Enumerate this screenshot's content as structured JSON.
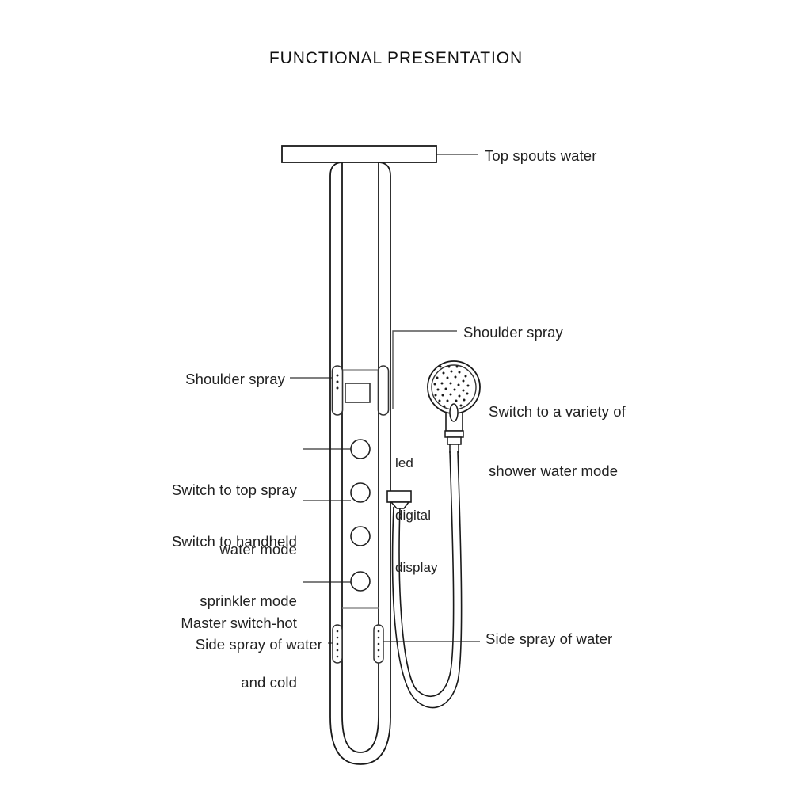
{
  "page": {
    "title": "FUNCTIONAL PRESENTATION",
    "background_color": "#ffffff",
    "line_color": "#1a1a1a",
    "text_color": "#222222"
  },
  "callouts": {
    "top_spouts_water": {
      "label": "Top spouts water",
      "side": "right",
      "target": "top-spout-bar"
    },
    "shoulder_spray_right": {
      "label": "Shoulder spray",
      "side": "right",
      "target": "shoulder-spray-nozzle-right"
    },
    "shoulder_spray_left": {
      "label": "Shoulder spray",
      "side": "left",
      "target": "shoulder-spray-nozzle-left"
    },
    "switch_variety": {
      "line1": "Switch to a variety of",
      "line2": "shower water mode",
      "side": "right",
      "target": "handheld-shower-head"
    },
    "led_digital_display": {
      "line1": "led",
      "line2": "digital",
      "line3": "display",
      "side": "right",
      "target": "led-display-panel"
    },
    "switch_top_spray": {
      "line1": "Switch to top spray",
      "line2": "water mode",
      "side": "left",
      "target": "control-button-1"
    },
    "switch_handheld": {
      "line1": "Switch to handheld",
      "line2": "sprinkler mode",
      "side": "left",
      "target": "control-button-2"
    },
    "master_switch": {
      "line1": "Master switch-hot",
      "line2": "and cold",
      "side": "left",
      "target": "control-button-4"
    },
    "side_spray_left": {
      "label": "Side spray of water",
      "side": "left",
      "target": "side-spray-nozzle-left"
    },
    "side_spray_right": {
      "label": "Side spray of water",
      "side": "right",
      "target": "side-spray-nozzle-right"
    }
  },
  "product": {
    "parts": [
      "top-spout-bar",
      "shower-column",
      "shoulder-spray-nozzle-left",
      "shoulder-spray-nozzle-right",
      "led-display-panel",
      "control-button-1",
      "control-button-2",
      "control-button-3",
      "control-button-4",
      "side-spray-nozzle-left",
      "side-spray-nozzle-right",
      "handheld-shower-head",
      "shower-hose",
      "hose-wall-bracket"
    ],
    "control_button_count": 4
  }
}
